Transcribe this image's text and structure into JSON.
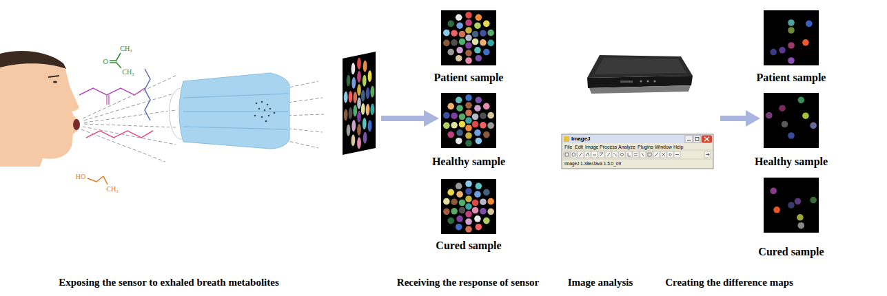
{
  "diagram": {
    "nodes": [
      {
        "text": [
          "Patient sample"
        ]
      },
      {
        "text": [
          "Healthy sample"
        ]
      },
      {
        "text": [
          "Cured sample"
        ]
      },
      {
        "text": [
          "Patient sample"
        ]
      },
      {
        "text": [
          "Healthy sample"
        ]
      },
      {
        "text": [
          "Cured sample"
        ]
      }
    ],
    "labels": [
      "CH₃",
      "O",
      "CH₃",
      "HO",
      "CH₃",
      "ImageJ",
      "File",
      "Edit",
      "Image",
      "Process",
      "Analyze",
      "Plugins",
      "Window",
      "Help",
      "ImageJ 1.38e/Java 1.5.0_09",
      "Exposing the sensor to exhaled breath metabolites",
      "Receiving the response of sensor",
      "Image analysis",
      "Creating the difference maps"
    ]
  }
}
